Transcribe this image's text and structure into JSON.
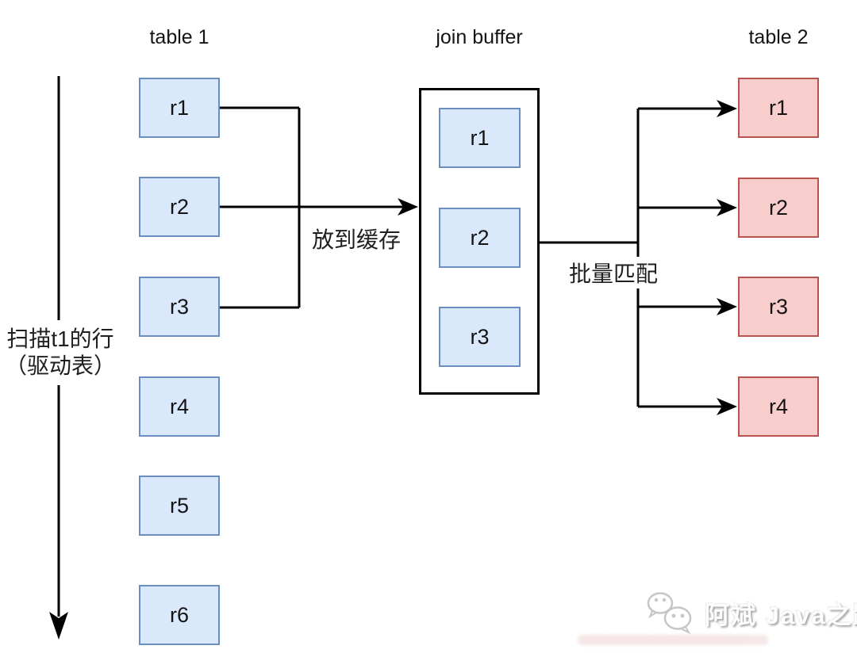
{
  "diagram": {
    "type": "flow-diagram",
    "topic": "MySQL block nested-loop join via join buffer",
    "columns": {
      "table1": {
        "title": "table 1",
        "rows": [
          "r1",
          "r2",
          "r3",
          "r4",
          "r5",
          "r6"
        ]
      },
      "join_buffer": {
        "title": "join buffer",
        "rows": [
          "r1",
          "r2",
          "r3"
        ]
      },
      "table2": {
        "title": "table 2",
        "rows": [
          "r1",
          "r2",
          "r3",
          "r4"
        ]
      }
    },
    "annotations": {
      "scan_line1": "扫描t1的行",
      "scan_line2": "（驱动表）",
      "to_buffer": "放到缓存",
      "batch_match": "批量匹配"
    },
    "colors": {
      "table1_fill": "#dae8fc",
      "table1_border": "#6c8ebf",
      "table2_fill": "#f8cecc",
      "table2_border": "#b85450",
      "join_buffer_border": "#000000",
      "connector": "#000000",
      "text": "#141414",
      "background": "#ffffff",
      "watermark_text": "#fdfdfd"
    }
  },
  "watermark": {
    "icon": "wechat-icon",
    "text": "阿斌 Java之路"
  }
}
